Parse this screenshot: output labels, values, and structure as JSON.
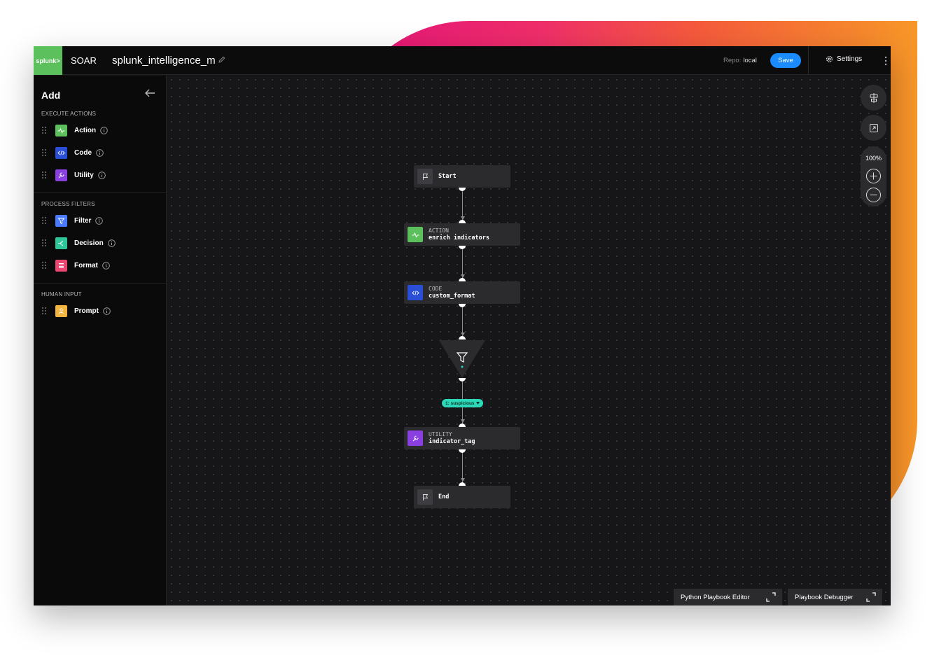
{
  "header": {
    "logo_text": "splunk>",
    "product": "SOAR",
    "playbook_name": "splunk_intelligence_m",
    "repo_label": "Repo:",
    "repo_value": "local",
    "save_label": "Save",
    "settings_label": "Settings"
  },
  "sidebar": {
    "title": "Add",
    "sections": [
      {
        "title": "EXECUTE ACTIONS",
        "items": [
          {
            "label": "Action",
            "icon": "action-icon",
            "color": "#5cc05c"
          },
          {
            "label": "Code",
            "icon": "code-icon",
            "color": "#2a4fd6"
          },
          {
            "label": "Utility",
            "icon": "utility-icon",
            "color": "#8a3fe0"
          }
        ]
      },
      {
        "title": "PROCESS FILTERS",
        "items": [
          {
            "label": "Filter",
            "icon": "filter-icon",
            "color": "#4a7bff"
          },
          {
            "label": "Decision",
            "icon": "decision-icon",
            "color": "#2fc79a"
          },
          {
            "label": "Format",
            "icon": "format-icon",
            "color": "#ea4670"
          }
        ]
      },
      {
        "title": "HUMAN INPUT",
        "items": [
          {
            "label": "Prompt",
            "icon": "prompt-icon",
            "color": "#f3b53f"
          }
        ]
      }
    ]
  },
  "canvas": {
    "nodes": [
      {
        "type": "",
        "name": "Start"
      },
      {
        "type": "ACTION",
        "name": "enrich indicators"
      },
      {
        "type": "CODE",
        "name": "custom_format"
      },
      {
        "type": "UTILITY",
        "name": "indicator_tag"
      },
      {
        "type": "",
        "name": "End"
      }
    ],
    "filter_condition": "1: suspicious",
    "zoom": "100%"
  },
  "bottom": {
    "python_editor": "Python Playbook Editor",
    "debugger": "Playbook Debugger"
  }
}
